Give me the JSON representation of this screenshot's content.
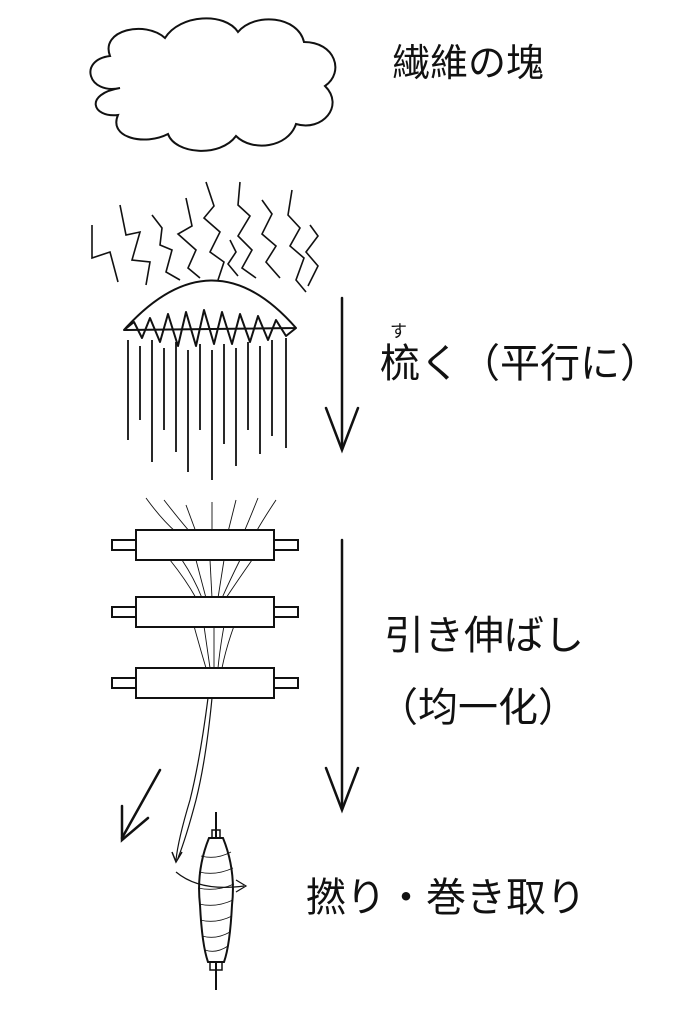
{
  "labels": {
    "fiber_mass": "繊維の塊",
    "comb_ruby": "す",
    "comb": "梳く（平行に）",
    "draft_line1": "引き伸ばし",
    "draft_line2": "（均一化）",
    "twist_wind": "撚り・巻き取り"
  },
  "colors": {
    "ink": "#111111",
    "background": "#ffffff"
  }
}
